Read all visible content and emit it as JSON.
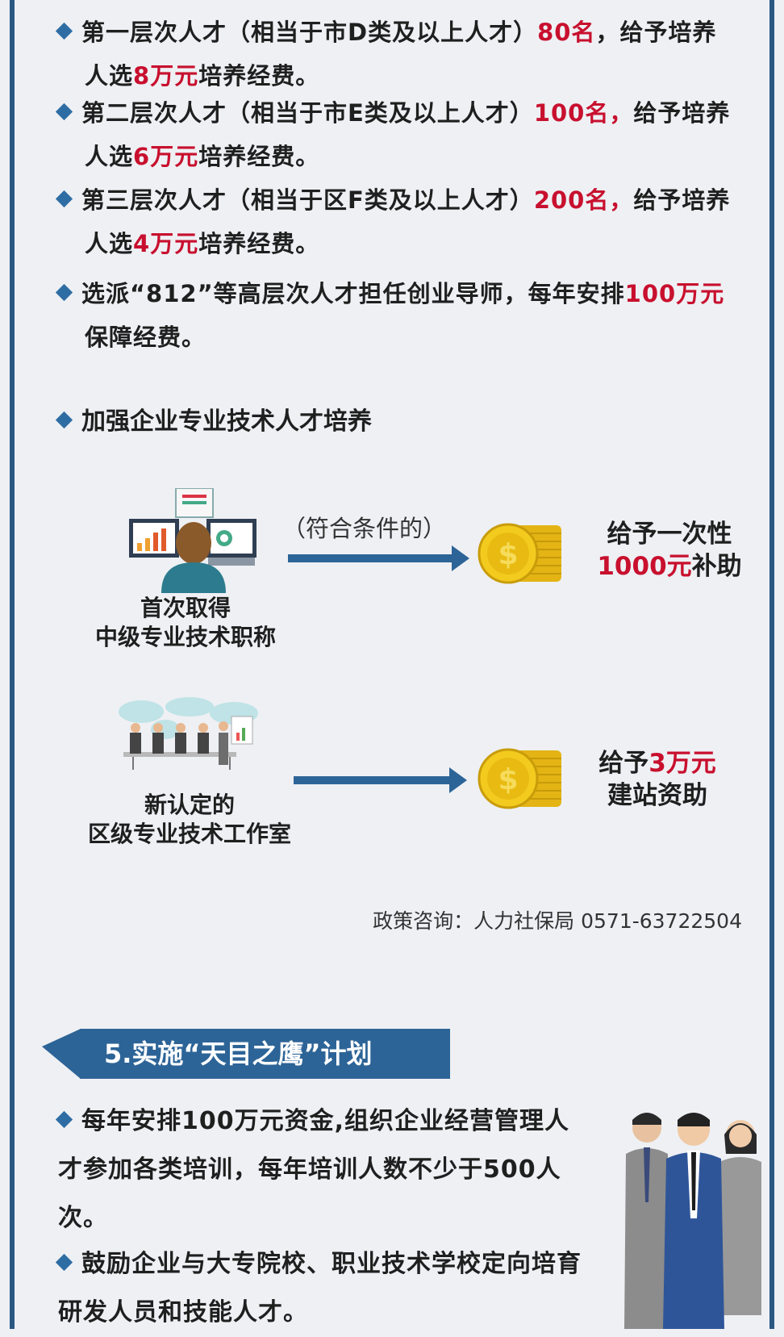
{
  "top_bullets": [
    {
      "a": "第一层次人才（相当于市D类及以上人才）",
      "red1": "80名",
      "b": "，给予培养",
      "c": "人选",
      "red2": "8万元",
      "d": "培养经费。"
    },
    {
      "a": "第二层次人才（相当于市E类及以上人才）",
      "red1": "100名，",
      "b": "给予培养",
      "c": "人选",
      "red2": "6万元",
      "d": "培养经费。"
    },
    {
      "a": "第三层次人才（相当于区F类及以上人才）",
      "red1": "200名，",
      "b": "给予培养",
      "c": "人选",
      "red2": "4万元",
      "d": "培养经费。"
    }
  ],
  "mentor": {
    "a": "选派“812”等高层次人才担任创业导师，每年安排",
    "red": "100万元",
    "b": "保障经费。"
  },
  "section_title": "加强企业专业技术人才培养",
  "condition": "（符合条件的）",
  "item1": {
    "caption1": "首次取得",
    "caption2": "中级专业技术职称",
    "reward1": "给予一次性",
    "reward_red": "1000元",
    "reward2": "补助"
  },
  "item2": {
    "caption1": "新认定的",
    "caption2": "区级专业技术工作室",
    "reward_a": "给予",
    "reward_red": "3万元",
    "reward2": "建站资助"
  },
  "contact": "政策咨询：人力社保局 0571-63722504",
  "banner": "5.实施“天目之鹰”计划",
  "para1": "每年安排100万元资金,组织企业经营管理人才参加各类培训，每年培训人数不少于500人次。",
  "para2": "鼓励企业与大专院校、职业技术学校定向培育研发人员和技能人才。",
  "colors": {
    "accent": "#2d6497",
    "highlight": "#c8102e",
    "background": "#eef0f4"
  }
}
